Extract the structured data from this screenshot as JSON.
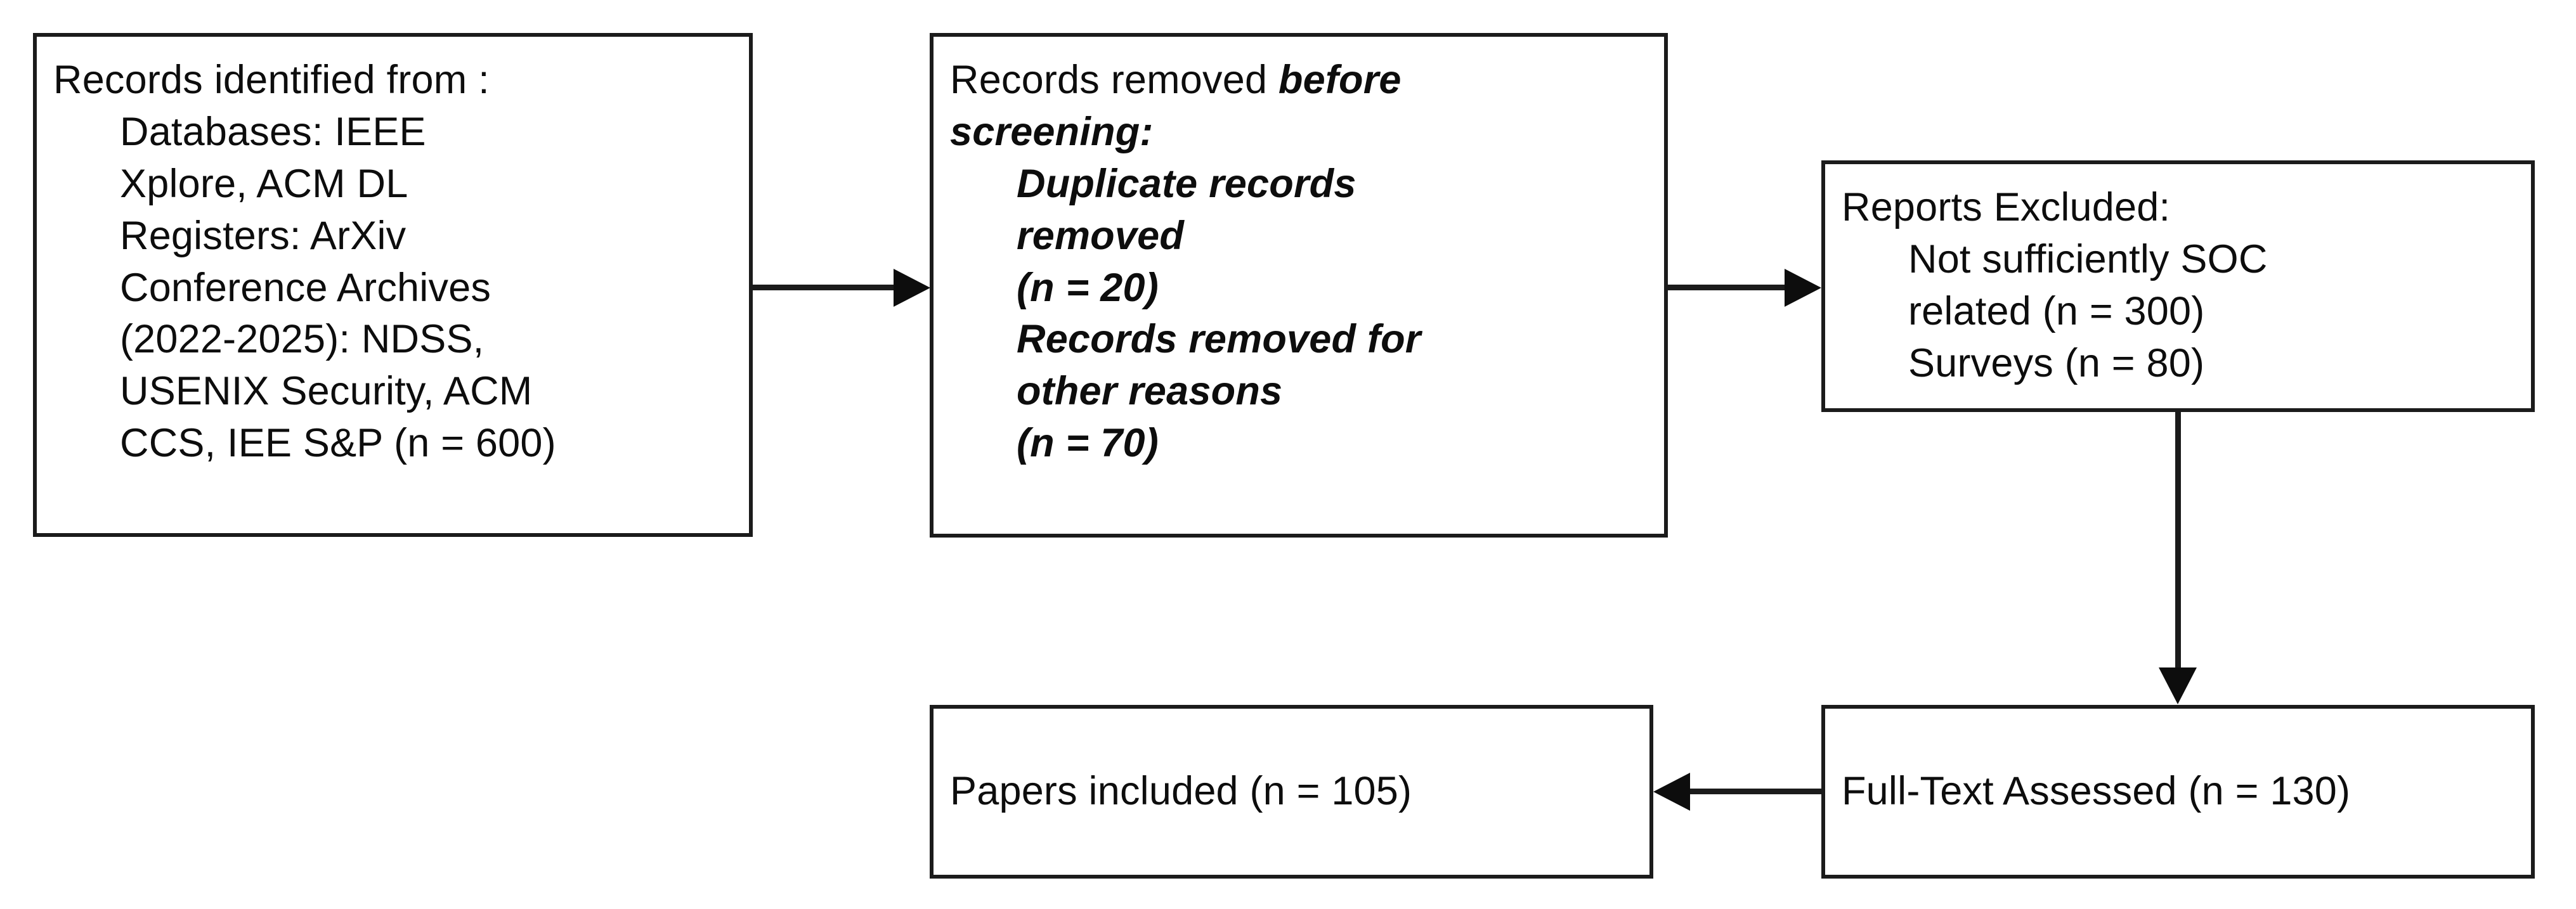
{
  "diagram": {
    "type": "prisma-flow-diagram",
    "colors": {
      "border": "#1b1b1b",
      "text": "#0d0d0d",
      "background": "#ffffff"
    },
    "boxes": [
      {
        "id": "records-identified",
        "lines": [
          {
            "text": "Records identified from :",
            "italic": false,
            "indent": false
          },
          {
            "text": "Databases: IEEE",
            "italic": false,
            "indent": true
          },
          {
            "text": "Xplore, ACM DL",
            "italic": false,
            "indent": true
          },
          {
            "text": "Registers: ArXiv",
            "italic": false,
            "indent": true
          },
          {
            "text": "Conference Archives",
            "italic": false,
            "indent": true
          },
          {
            "text": "(2022-2025): NDSS,",
            "italic": false,
            "indent": true
          },
          {
            "text": "USENIX Security, ACM",
            "italic": false,
            "indent": true
          },
          {
            "text": "CCS, IEE S&P (n = 600)",
            "italic": false,
            "indent": true
          }
        ]
      },
      {
        "id": "records-removed",
        "lines": [
          {
            "text": "Records removed ",
            "italic": false,
            "indent": false,
            "tail": "before"
          },
          {
            "text": "screening:",
            "italic": true,
            "indent": false
          },
          {
            "text": "Duplicate records",
            "italic": true,
            "indent": true
          },
          {
            "text": "removed",
            "italic": true,
            "indent": true
          },
          {
            "text": "(n = 20)",
            "italic": true,
            "indent": true
          },
          {
            "text": "Records removed for",
            "italic": true,
            "indent": true
          },
          {
            "text": "other reasons",
            "italic": true,
            "indent": true
          },
          {
            "text": "(n = 70)",
            "italic": true,
            "indent": true
          }
        ]
      },
      {
        "id": "reports-excluded",
        "lines": [
          {
            "text": "Reports Excluded:",
            "italic": false,
            "indent": false
          },
          {
            "text": "Not sufficiently SOC",
            "italic": false,
            "indent": true
          },
          {
            "text": "related (n = 300)",
            "italic": false,
            "indent": true
          },
          {
            "text": "Surveys (n = 80)",
            "italic": false,
            "indent": true
          }
        ]
      },
      {
        "id": "papers-included",
        "lines": [
          {
            "text": "Papers included (n = 105)",
            "italic": false,
            "indent": false
          }
        ]
      },
      {
        "id": "full-text-assessed",
        "lines": [
          {
            "text": "Full-Text Assessed (n = 130)",
            "italic": false,
            "indent": false
          }
        ]
      }
    ],
    "connectors": [
      {
        "id": "identified-to-removed",
        "direction": "right"
      },
      {
        "id": "removed-to-excluded",
        "direction": "right"
      },
      {
        "id": "excluded-to-fulltext",
        "direction": "down"
      },
      {
        "id": "fulltext-to-included",
        "direction": "left"
      }
    ]
  },
  "text": {
    "b1_l1": "Records identified from :",
    "b1_l2": "Databases: IEEE",
    "b1_l3": "Xplore, ACM DL",
    "b1_l4": "Registers: ArXiv",
    "b1_l5": "Conference Archives",
    "b1_l6": "(2022-2025): NDSS,",
    "b1_l7": "USENIX Security, ACM",
    "b1_l8": "CCS, IEE S&P (n = 600)",
    "b2_l1a": "Records removed ",
    "b2_l1b": "before",
    "b2_l2": "screening:",
    "b2_l3": "Duplicate records",
    "b2_l4": "removed",
    "b2_l5": "(n = 20)",
    "b2_l6": "Records removed for",
    "b2_l7": "other reasons",
    "b2_l8": "(n = 70)",
    "b3_l1": "Reports Excluded:",
    "b3_l2": "Not sufficiently SOC",
    "b3_l3": "related (n = 300)",
    "b3_l4": "Surveys (n = 80)",
    "b4_l1": "Papers included (n = 105)",
    "b5_l1": "Full-Text Assessed (n = 130)"
  }
}
